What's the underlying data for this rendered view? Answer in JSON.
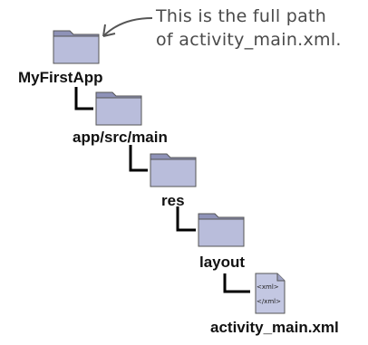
{
  "annotation": {
    "line1": "This is the full path",
    "line2": "of activity_main.xml."
  },
  "tree": [
    {
      "name": "MyFirstApp",
      "icon": "folder-icon"
    },
    {
      "name": "app/src/main",
      "icon": "folder-icon"
    },
    {
      "name": "res",
      "icon": "folder-icon"
    },
    {
      "name": "layout",
      "icon": "folder-icon"
    },
    {
      "name": "activity_main.xml",
      "icon": "xml-file-icon"
    }
  ],
  "file_icon": {
    "tag_open": "<xml>",
    "tag_close": "</xml>"
  },
  "colors": {
    "folder": "#b9bddb",
    "folder_dark": "#8e92b8",
    "connector": "#000000",
    "annotation": "#4a4a4a"
  }
}
